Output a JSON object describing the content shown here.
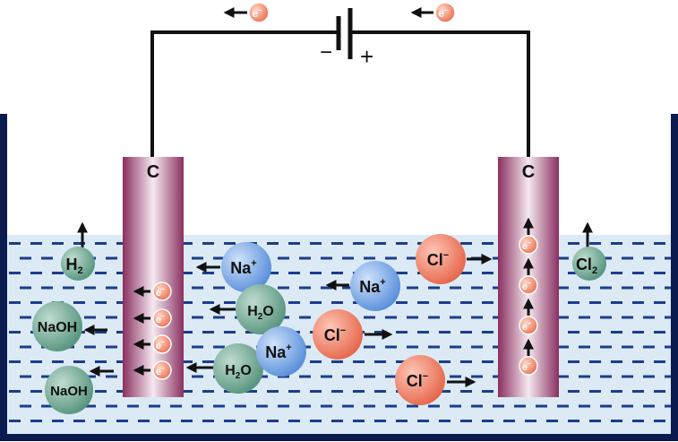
{
  "circuit": {
    "minus_label": "−",
    "plus_label": "+",
    "electron_symbol": "e",
    "electron_charge": "−"
  },
  "electrodes": {
    "cathode_label": "C",
    "anode_label": "C"
  },
  "species": {
    "h2": {
      "base": "H",
      "sub": "2"
    },
    "cl2": {
      "base": "Cl",
      "sub": "2"
    },
    "naoh": "NaOH",
    "na_ion": {
      "base": "Na",
      "sup": "+"
    },
    "h2o": {
      "base": "H",
      "sub": "2",
      "tail": "O"
    },
    "cl_ion": {
      "base": "Cl",
      "sup": "−"
    }
  },
  "colors": {
    "tank": "#0b1a4f",
    "water": "#dceaf6",
    "dash": "#1c3d8a",
    "wire": "#111111",
    "electrode_dark": "#8a2f60",
    "electrode_light": "#f6e9f0",
    "electron": "#e8694a",
    "na_ion": "#4f88d8",
    "neutral": "#4f8f77",
    "cl_ion": "#e35f43"
  }
}
